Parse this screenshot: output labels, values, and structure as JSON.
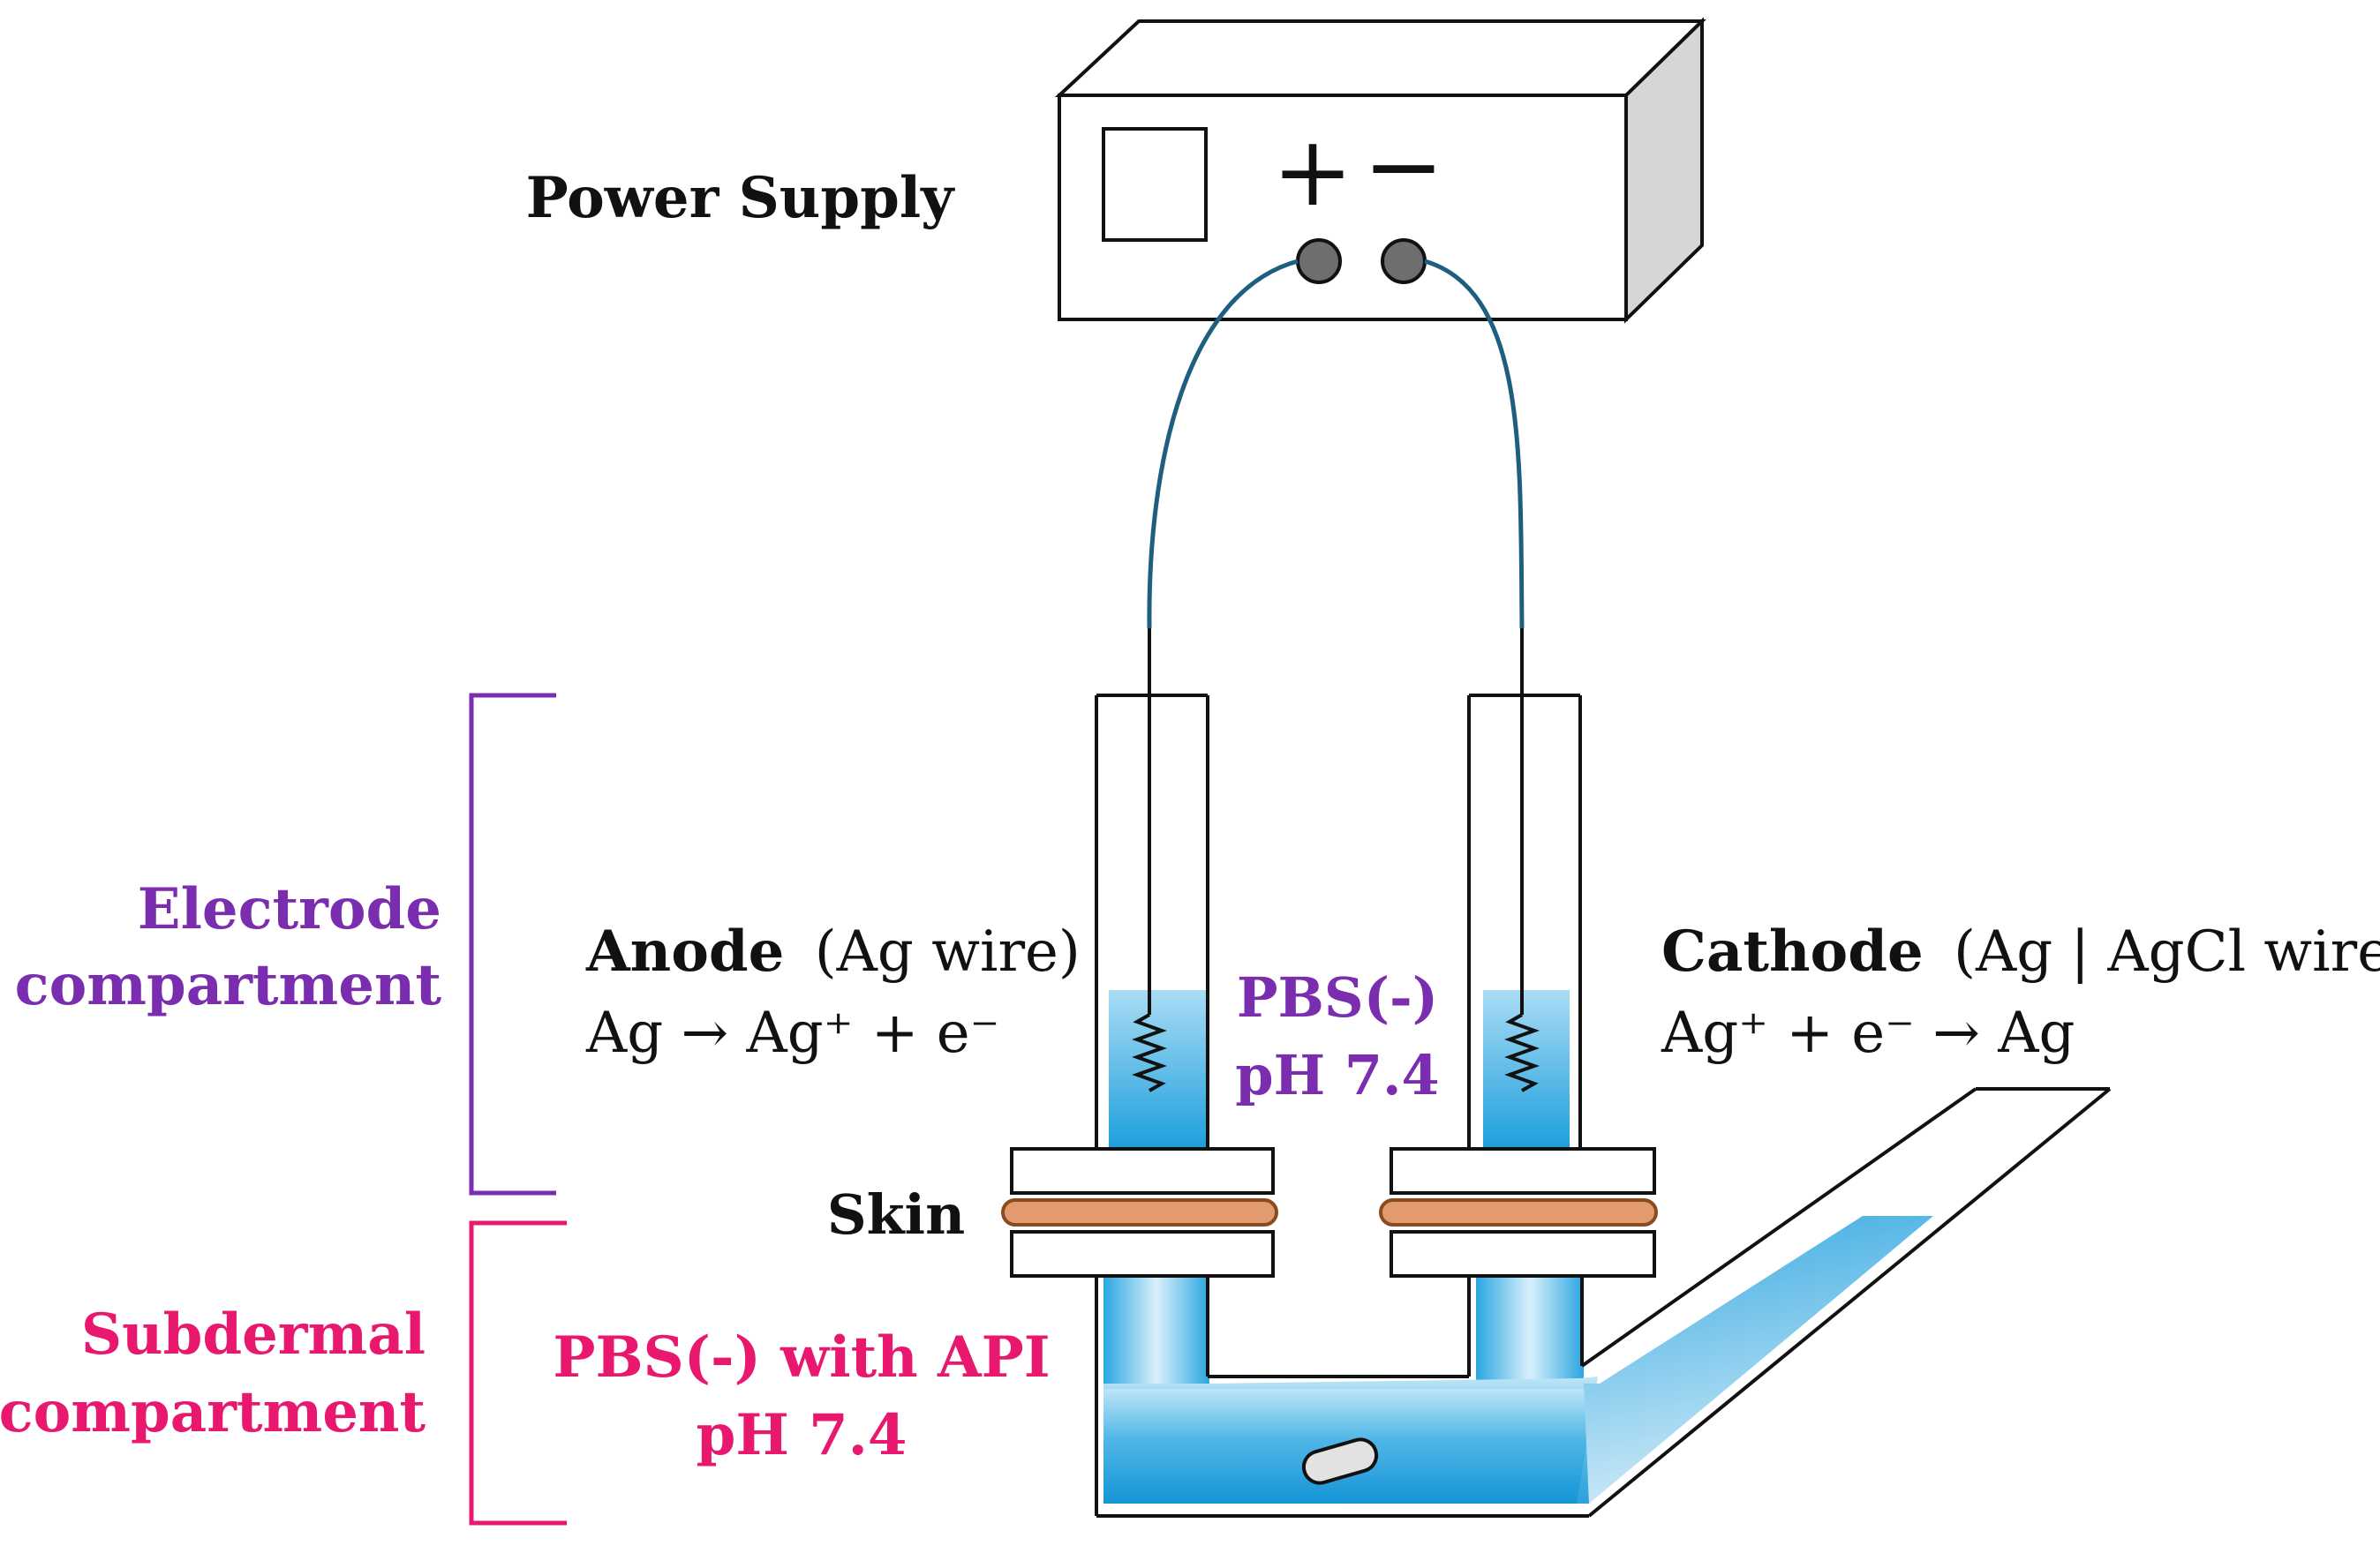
{
  "power_supply": {
    "label": "Power Supply",
    "plus_symbol": "+",
    "minus_symbol": "−"
  },
  "anode": {
    "name": "Anode",
    "material": "(Ag wire)",
    "reaction": "Ag → Ag⁺ + e⁻"
  },
  "cathode": {
    "name": "Cathode",
    "material": "(Ag | AgCl wire)",
    "reaction": "Ag⁺ + e⁻ → Ag"
  },
  "electrode_solution": {
    "line1": "PBS(-)",
    "line2": "pH 7.4"
  },
  "skin_label": "Skin",
  "compartments": {
    "electrode": {
      "line1": "Electrode",
      "line2": "compartment",
      "color": "#7A2DAE"
    },
    "subdermal": {
      "line1": "Subdermal",
      "line2": "compartment",
      "color": "#E8186E"
    }
  },
  "subdermal_solution": {
    "line1": "PBS(-) with API",
    "line2": "pH 7.4"
  },
  "colors": {
    "wire": "#1E5F80",
    "liquid": "#2CA6DF",
    "membrane": "#E39A6E",
    "box_side": "#D6D6D6",
    "terminal": "#6E6E6E"
  }
}
